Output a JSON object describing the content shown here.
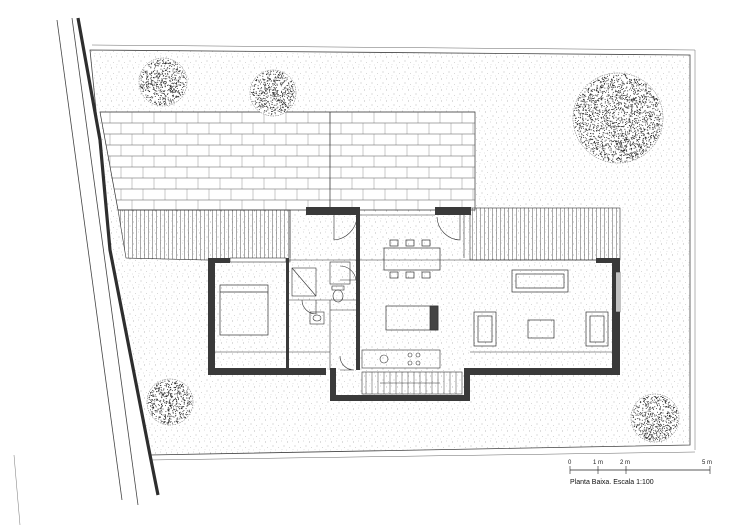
{
  "caption": "Planta Baixa. Escala 1:100",
  "scale_bar": {
    "ticks": [
      "0",
      "1 m",
      "2 m",
      "5 m"
    ]
  },
  "colors": {
    "wall": "#3a3a3a",
    "line": "#333333",
    "stipple": "#9a9a9a",
    "tree": "#222222",
    "background": "#ffffff"
  },
  "icons": [
    "tree-symbol",
    "door-swing",
    "staircase",
    "sofa",
    "dining-table",
    "bed",
    "toilet",
    "sink",
    "cooktop"
  ]
}
